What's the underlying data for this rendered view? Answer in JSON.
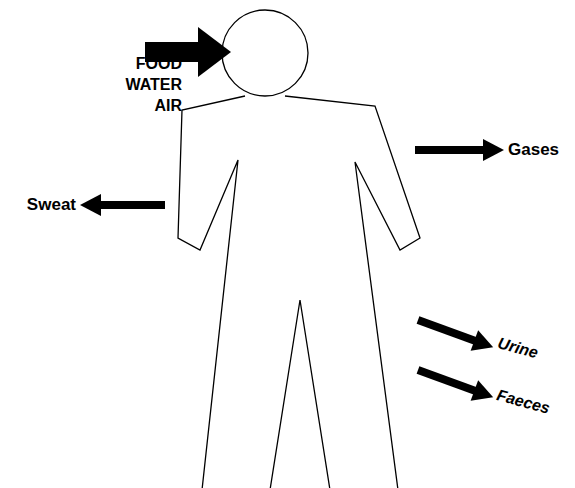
{
  "diagram": {
    "labels": [
      "FOOD",
      "WATER",
      "AIR",
      "Gases",
      "Sweat",
      "Urine",
      "Faeces"
    ]
  }
}
